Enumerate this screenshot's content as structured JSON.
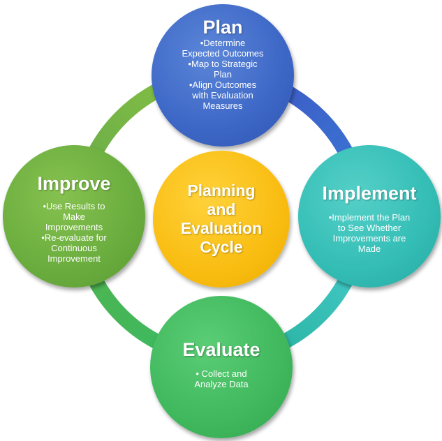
{
  "center": {
    "label": "Planning and Evaluation Cycle"
  },
  "nodes": {
    "plan": {
      "title": "Plan",
      "bullets": [
        "•Determine Expected Outcomes",
        "•Map to Strategic Plan",
        "•Align Outcomes with Evaluation Measures"
      ],
      "color": "#3d67c6"
    },
    "implement": {
      "title": "Implement",
      "bullets": [
        "•Implement the Plan to See Whether Improvements are Made"
      ],
      "color": "#33bdb5"
    },
    "evaluate": {
      "title": "Evaluate",
      "bullets": [
        "• Collect and Analyze Data"
      ],
      "color": "#40b85d"
    },
    "improve": {
      "title": "Improve",
      "bullets": [
        "•Use Results to Make Improvements",
        "•Re-evaluate for Continuous Improvement"
      ],
      "color": "#6aad3e"
    }
  },
  "ring_colors": {
    "plan_to_implement": "#3858c8",
    "implement_to_evaluate": "#2ebfa8",
    "evaluate_to_improve": "#44b85a",
    "improve_to_plan": "#76b845"
  }
}
